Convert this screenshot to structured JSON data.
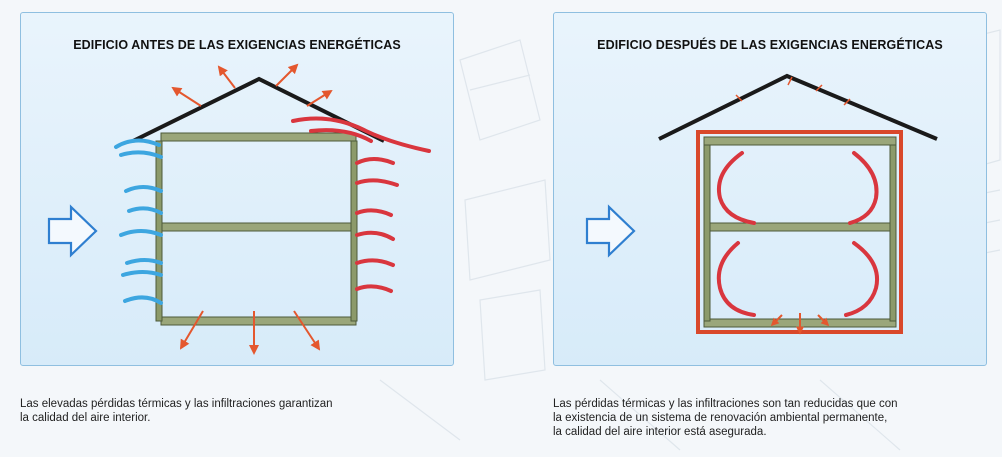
{
  "panels": {
    "before": {
      "title": "EDIFICIO ANTES DE LAS EXIGENCIAS ENERGÉTICAS",
      "caption": "Las elevadas pérdidas térmicas y las infiltraciones garantizan\nla calidad del aire interior."
    },
    "after": {
      "title": "EDIFICIO DESPUÉS DE LAS EXIGENCIAS ENERGÉTICAS",
      "caption": "Las pérdidas térmicas y las infiltraciones son tan reducidas que con\nla existencia de un sistema de renovación ambiental permanente,\nla calidad del aire interior está asegurada."
    }
  },
  "colors": {
    "cold_air": "#3da6e0",
    "warm_air": "#d9363e",
    "heat_loss_arrow": "#e4572e",
    "insulation_envelope": "#d9482b",
    "wall": "#8c9a6a",
    "roof": "#1a1a1a",
    "inlet_arrow": "#2f7fd0"
  },
  "icons": [
    "inlet-arrow-icon",
    "roof-icon",
    "heat-loss-arrow-icon"
  ]
}
